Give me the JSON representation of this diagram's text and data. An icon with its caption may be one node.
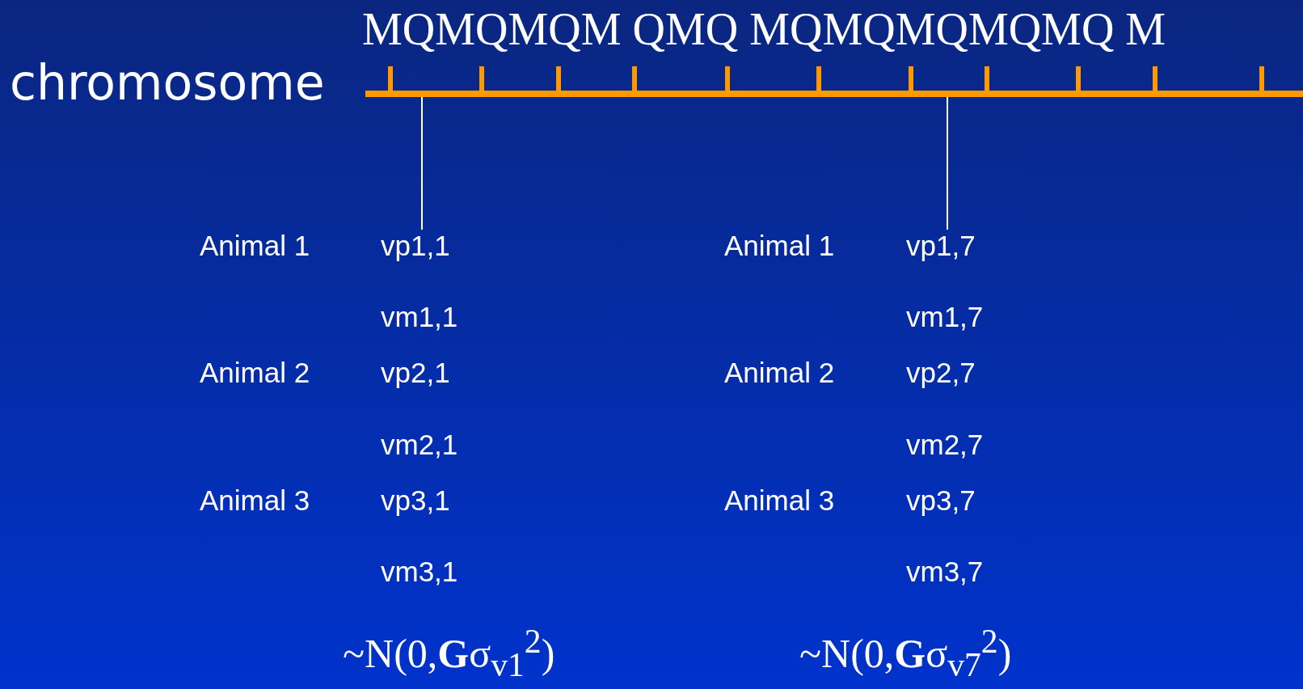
{
  "diagram": {
    "nodes": [
      {
        "text": [],
        "shape": "bar",
        "beside": [
          "chromosome"
        ]
      },
      {
        "text": [
          "vp1,1"
        ]
      },
      {
        "text": [
          "vp1,7"
        ]
      }
    ],
    "edges": [
      {
        "from": 0,
        "to": 1,
        "arrow": "none"
      },
      {
        "from": 0,
        "to": 2,
        "arrow": "none"
      }
    ],
    "labels": [
      "MQMQMQM QMQ MQMQMQMQMQ M",
      "Animal 1",
      "Animal 1",
      "vm1,1",
      "vm1,7",
      "Animal 2",
      "vp2,1",
      "Animal 2",
      "vp2,7",
      "vm2,1",
      "vm2,7",
      "Animal 3",
      "vp3,1",
      "Animal 3",
      "vp3,7",
      "vm3,1",
      "vm3,7",
      "~N(0,**G**σ$_{v1}$$^{2}$)",
      "~N(0,**G**σ$_{v7}$$^{2}$)"
    ]
  }
}
